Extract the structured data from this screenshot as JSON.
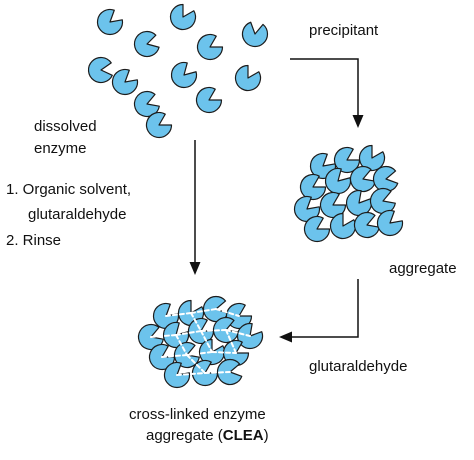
{
  "labels": {
    "dissolved": "dissolved",
    "enzyme": "enzyme",
    "step1": "1.  Organic solvent,",
    "step1b": "glutaraldehyde",
    "step2": "2.  Rinse",
    "precipitant": "precipitant",
    "aggregate": "aggregate",
    "glutaraldehyde": "glutaraldehyde",
    "clea_line1": "cross-linked enzyme",
    "clea_line2_pre": "aggregate (",
    "clea_line2_bold": "CLEA",
    "clea_line2_post": ")"
  },
  "colors": {
    "enzyme_fill": "#6cc3ec",
    "enzyme_stroke": "#1c1c1c",
    "arrow": "#111111",
    "crosslink": "#ffffff"
  },
  "icons": {
    "enzyme": "pacman-enzyme-icon",
    "arrow": "arrow-icon"
  }
}
